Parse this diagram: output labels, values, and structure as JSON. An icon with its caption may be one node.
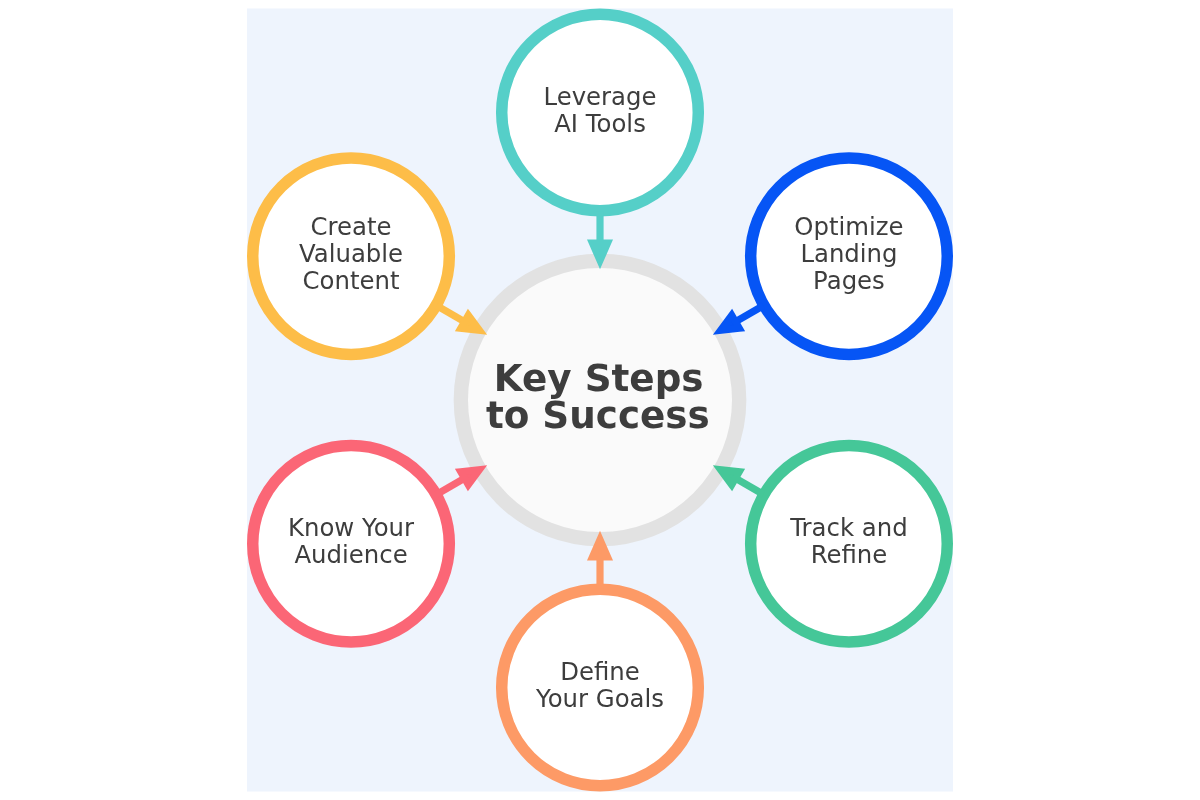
{
  "diagram": {
    "nodes": [
      {
        "text": [
          "Create Valuable Content"
        ]
      },
      {
        "text": [
          "Leverage AI Tools"
        ]
      },
      {
        "text": [
          "Know Your Audience"
        ]
      },
      {
        "text": [
          "Optimize Landing Pages"
        ]
      },
      {
        "text": [
          "Key Steps to Success"
        ]
      },
      {
        "text": [
          "Define Your Goals"
        ]
      },
      {
        "text": [
          "Track and Refine"
        ]
      }
    ],
    "edges": [
      {
        "from": 3,
        "to": 4,
        "arrow": "to",
        "color": "#0655f5"
      },
      {
        "from": 1,
        "to": 4,
        "arrow": "to",
        "color": "#55cfc8"
      },
      {
        "from": 0,
        "to": 4,
        "arrow": "to",
        "color": "#fdbd48"
      },
      {
        "from": 2,
        "to": 4,
        "arrow": "to",
        "color": "#fb6676"
      },
      {
        "from": 5,
        "to": 4,
        "arrow": "to",
        "color": "#fd9a66"
      },
      {
        "from": 6,
        "to": 4,
        "arrow": "to",
        "color": "#45c798"
      }
    ]
  }
}
